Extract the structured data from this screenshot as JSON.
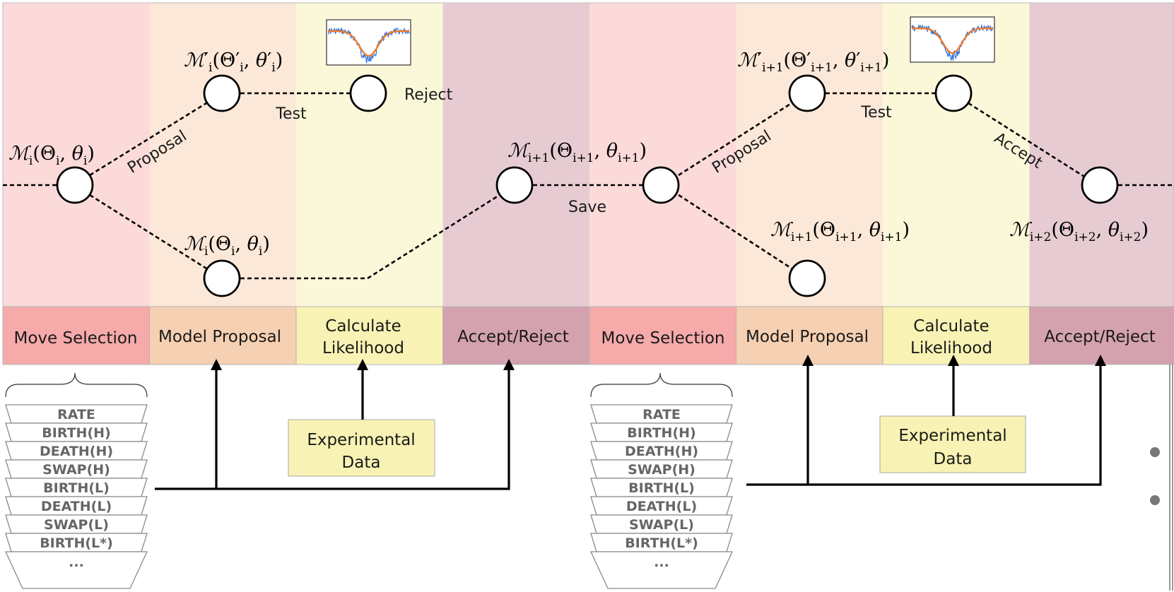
{
  "colors": {
    "move_selection": "#fcdada",
    "model_proposal": "#fbe8d8",
    "calculate_likelihood": "#fbf8da",
    "accept_reject": "#e6ccd2",
    "move_selection_box": "#f6aaaa",
    "model_proposal_box": "#f6d0b2",
    "calculate_likelihood_box": "#f8f3b4",
    "accept_reject_box": "#d4a2ae",
    "experimental_data_box": "#f8f3b4",
    "spectrum_data": "#2a6fe0",
    "spectrum_model": "#ef7a2a"
  },
  "phases": [
    {
      "label": "Move Selection",
      "color_key": "move_selection"
    },
    {
      "label": "Model Proposal",
      "color_key": "model_proposal"
    },
    {
      "label": "Calculate Likelihood",
      "color_key": "calculate_likelihood"
    },
    {
      "label": "Accept/Reject",
      "color_key": "accept_reject"
    },
    {
      "label": "Move Selection",
      "color_key": "move_selection"
    },
    {
      "label": "Model Proposal",
      "color_key": "model_proposal"
    },
    {
      "label": "Calculate Likelihood",
      "color_key": "calculate_likelihood"
    },
    {
      "label": "Accept/Reject",
      "color_key": "accept_reject"
    }
  ],
  "phase_labels": {
    "move_selection": "Move Selection",
    "model_proposal": "Model Proposal",
    "calc_line1": "Calculate",
    "calc_line2": "Likelihood",
    "accept_reject": "Accept/Reject"
  },
  "edge_labels": {
    "proposal": "Proposal",
    "test": "Test",
    "reject": "Reject",
    "save": "Save",
    "accept": "Accept"
  },
  "math": {
    "script_m": "ℳ",
    "theta_cap": "Θ",
    "theta": "θ",
    "prime": "′",
    "sub_i": "i",
    "sub_i1": "i+1",
    "sub_i2": "i+2"
  },
  "experimental_data": {
    "line1": "Experimental",
    "line2": "Data"
  },
  "move_list": [
    "RATE",
    "BIRTH(H)",
    "DEATH(H)",
    "SWAP(H)",
    "BIRTH(L)",
    "DEATH(L)",
    "SWAP(L)",
    "BIRTH(L*)",
    "..."
  ],
  "continuation_dots": "• •"
}
